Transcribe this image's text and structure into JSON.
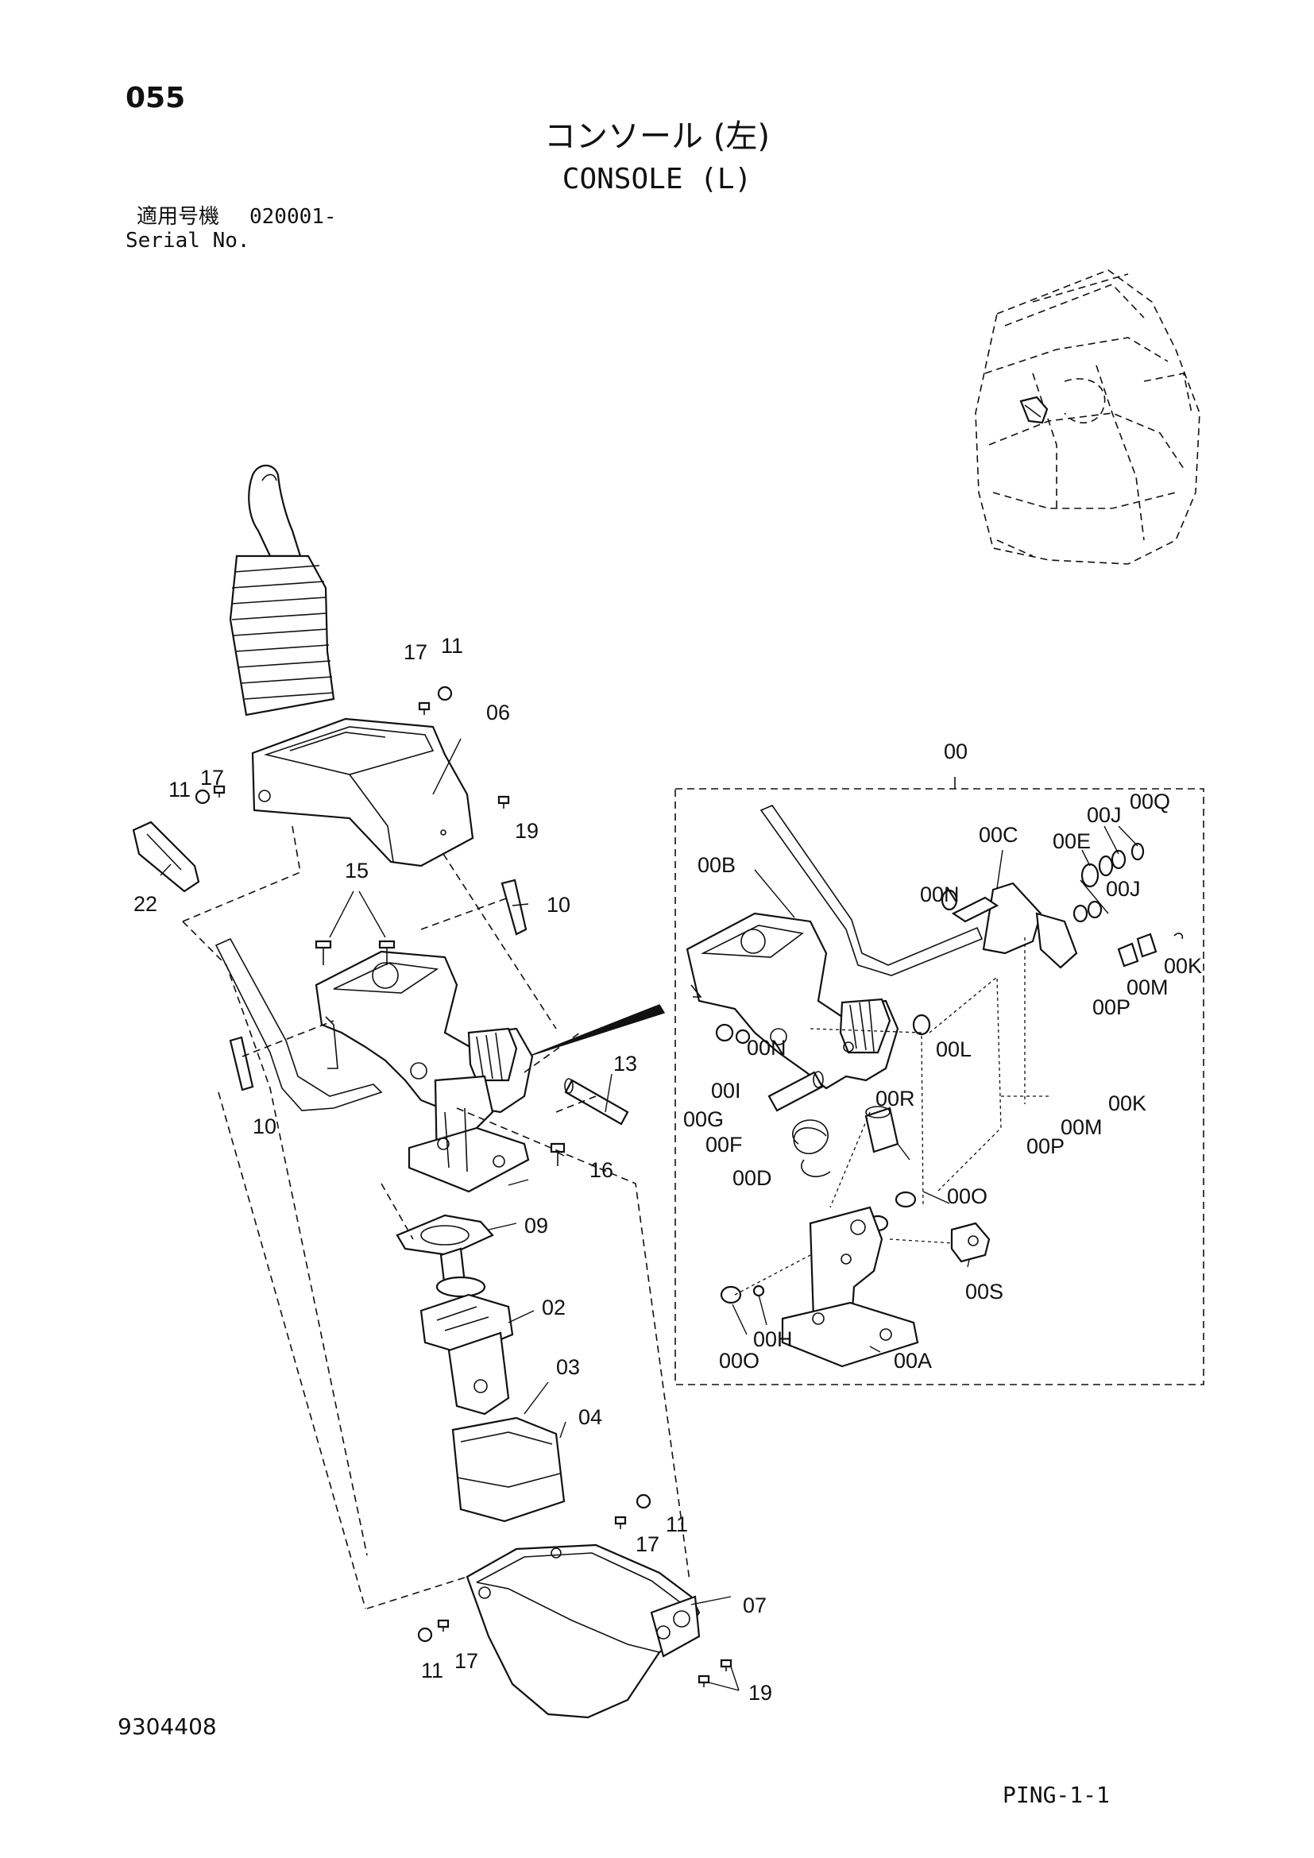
{
  "header": {
    "page_number": "055",
    "title_jp": "コンソール (左)",
    "title_en": "CONSOLE (L)",
    "serial_label_jp": "適用号機",
    "serial_number": "020001-",
    "serial_label_en": "Serial No."
  },
  "footer": {
    "doc_id": "9304408",
    "page_code": "PING-1-1"
  },
  "callouts": {
    "c17a": "17",
    "c11a": "11",
    "c06": "06",
    "c11b": "11",
    "c17b": "17",
    "c19a": "19",
    "c22": "22",
    "c15": "15",
    "c10a": "10",
    "c10b": "10",
    "c13": "13",
    "c16": "16",
    "c09": "09",
    "c02": "02",
    "c03": "03",
    "c04": "04",
    "c11c": "11",
    "c17c": "17",
    "c07": "07",
    "c11d": "11",
    "c17d": "17",
    "c19b": "19",
    "c00": "00",
    "c00B": "00B",
    "c00C": "00C",
    "c00N1": "00N",
    "c00J1": "00J",
    "c00Q": "00Q",
    "c00E": "00E",
    "c00J2": "00J",
    "c00K1": "00K",
    "c00M1": "00M",
    "c00P1": "00P",
    "c00L": "00L",
    "c00N2": "00N",
    "c00I": "00I",
    "c00G": "00G",
    "c00F": "00F",
    "c00R": "00R",
    "c00D": "00D",
    "c00K2": "00K",
    "c00M2": "00M",
    "c00P2": "00P",
    "c00O1": "00O",
    "c00S": "00S",
    "c00H": "00H",
    "c00O2": "00O",
    "c00A": "00A"
  }
}
